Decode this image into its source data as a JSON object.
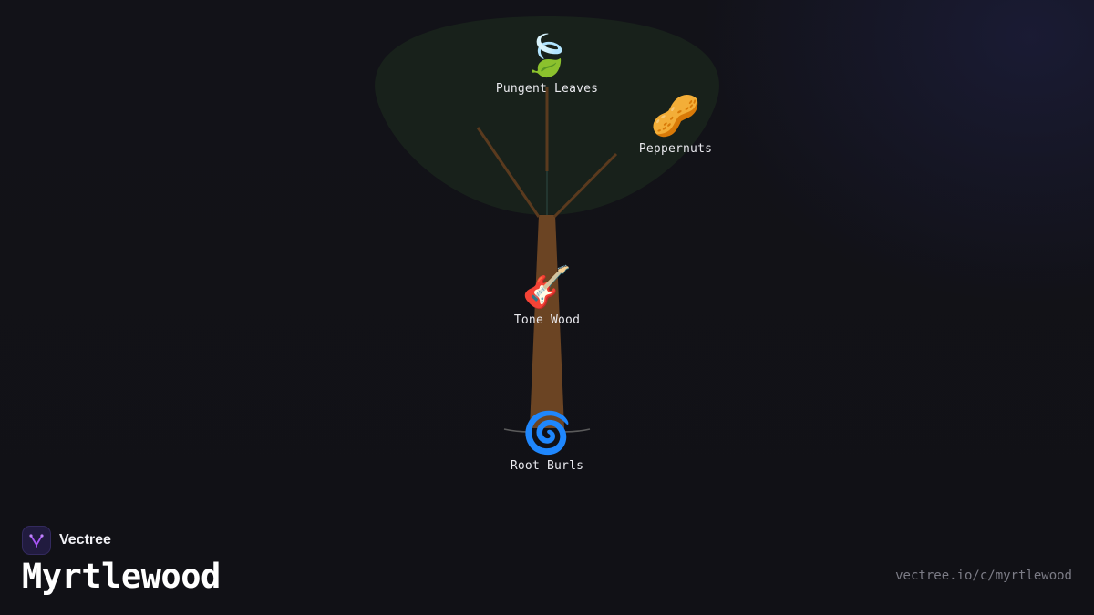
{
  "brand": {
    "name": "Vectree",
    "logo_icon": "vectree-logo-icon",
    "logo_color": "#a855f7"
  },
  "page": {
    "title": "Myrtlewood",
    "url": "vectree.io/c/myrtlewood"
  },
  "colors": {
    "background": "#111116",
    "canopy": "#18211b",
    "trunk": "#6b4423",
    "branch": "#5a3a1e"
  },
  "nodes": {
    "leaves": {
      "label": "Pungent Leaves",
      "emoji": "🍃",
      "icon": "leaf-wind-icon"
    },
    "nuts": {
      "label": "Peppernuts",
      "emoji": "🥜",
      "icon": "peanut-icon"
    },
    "wood": {
      "label": "Tone Wood",
      "emoji": "🎸",
      "icon": "guitar-icon"
    },
    "roots": {
      "label": "Root Burls",
      "emoji": "🌀",
      "icon": "spiral-icon"
    }
  }
}
